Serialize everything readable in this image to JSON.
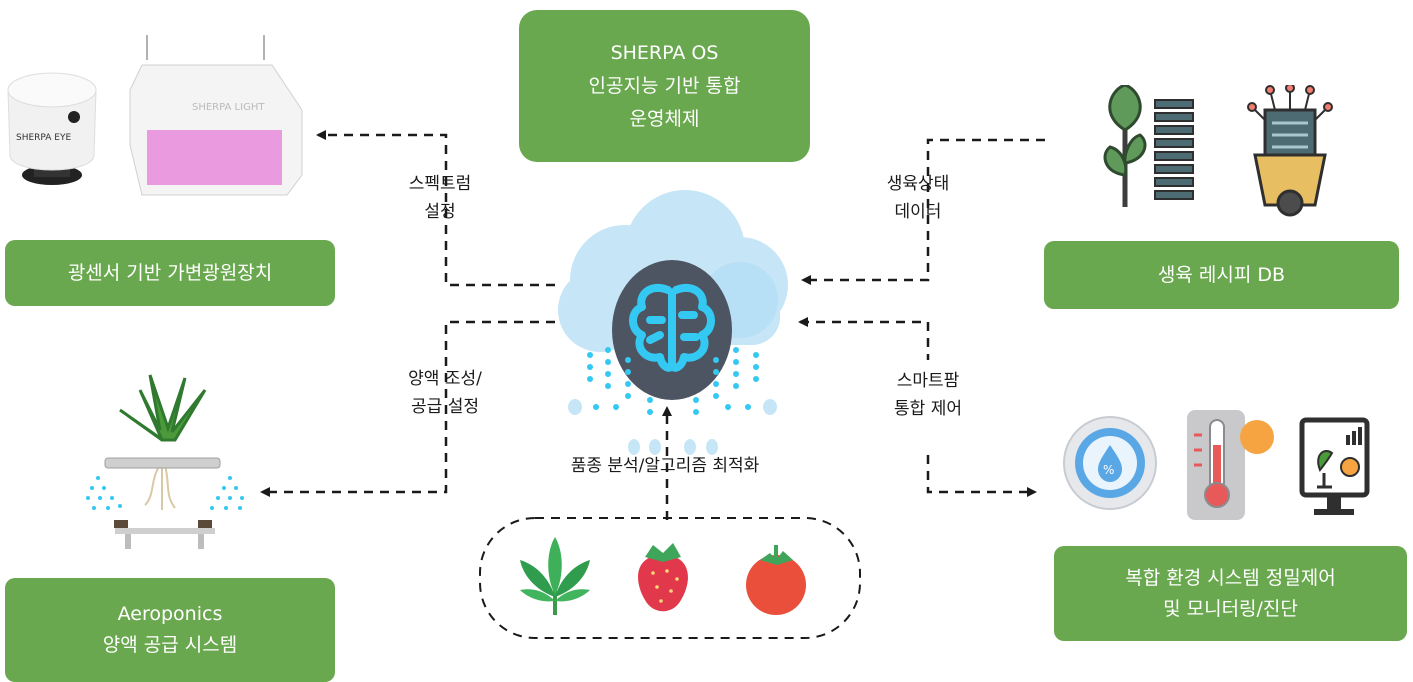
{
  "center_box": {
    "line1": "SHERPA OS",
    "line2": "인공지능 기반 통합",
    "line3": "운영체제"
  },
  "boxes": {
    "light": {
      "label": "광센서 기반 가변광원장치"
    },
    "recipe_db": {
      "label": "생육 레시피 DB"
    },
    "aeroponics": {
      "line1": "Aeroponics",
      "line2": "양액 공급 시스템"
    },
    "env_control": {
      "line1": "복합 환경 시스템 정밀제어",
      "line2": "및 모니터링/진단"
    }
  },
  "labels": {
    "spectrum": {
      "line1": "스펙트럼",
      "line2": "설정"
    },
    "growth_data": {
      "line1": "생육상태",
      "line2": "데이터"
    },
    "nutrient": {
      "line1": "양액 조성/",
      "line2": "공급 설정"
    },
    "smartfarm": {
      "line1": "스마트팜",
      "line2": "통합 제어"
    },
    "analysis": "품종 분석/알고리즘 최적화"
  },
  "device_text": {
    "eye": "SHERPA EYE",
    "light": "SHERPA LIGHT"
  },
  "crops": [
    "cannabis-leaf-icon",
    "strawberry-icon",
    "tomato-icon"
  ],
  "colors": {
    "box_green": "#6aa84f",
    "cloud": "#bfe3f7",
    "brain_bg": "#4e5562",
    "brain": "#33c9f2",
    "dash": "#1a1a1a"
  }
}
